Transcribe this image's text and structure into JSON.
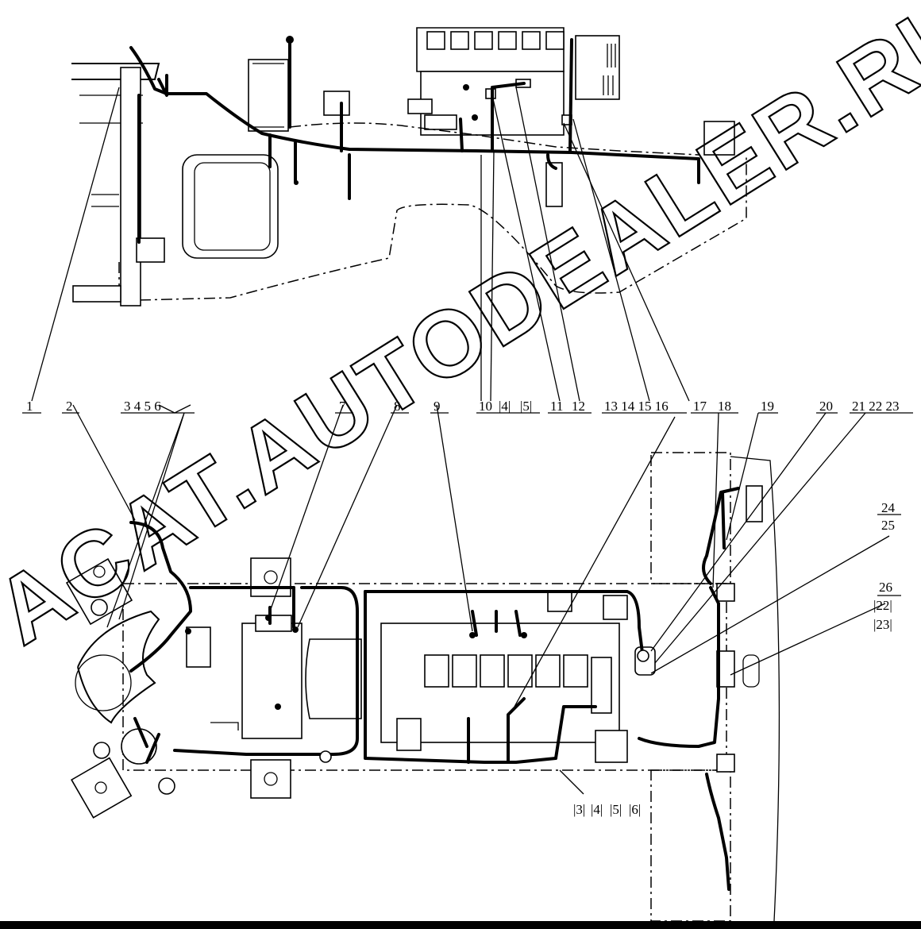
{
  "watermark": "ACAT.AUTODEALER.RU",
  "callouts": {
    "c1": "1",
    "c2": "2",
    "c3456": "3 4 5 6",
    "c7": "7",
    "c8": "8",
    "c9": "9",
    "c10": "10",
    "c10b": "|4|",
    "c10c": "|5|",
    "c11": "11",
    "c12": "12",
    "c13_16": "13 14 15 16",
    "c17": "17",
    "c18": "18",
    "c19": "19",
    "c20": "20",
    "c21_23": "21 22 23",
    "c24": "24",
    "c25": "25",
    "c26": "26",
    "c26b": "|22|",
    "c26c": "|23|",
    "b3": "|3|",
    "b4": "|4|",
    "b5": "|5|",
    "b6": "|6|"
  }
}
